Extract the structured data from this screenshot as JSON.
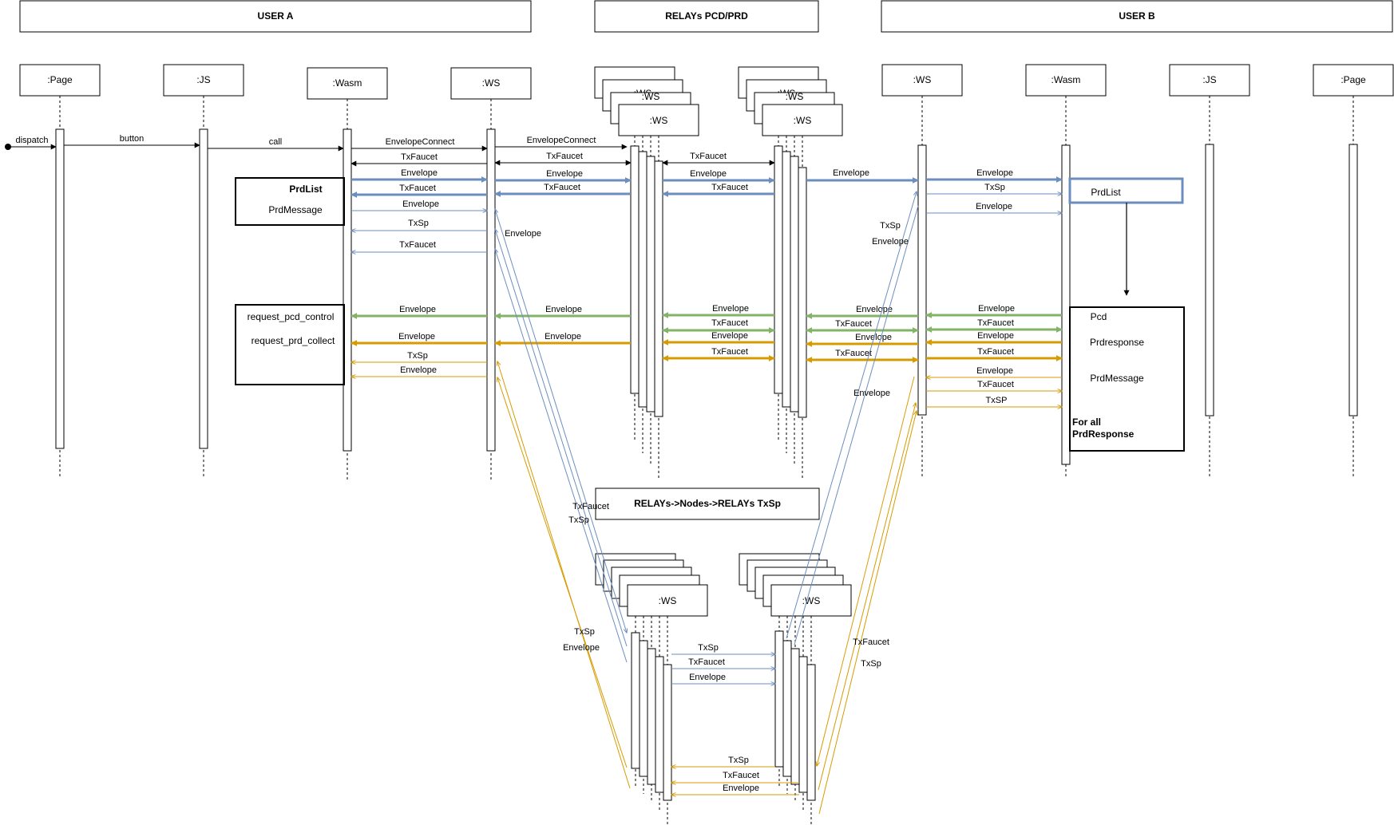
{
  "headers": {
    "user_a": "USER A",
    "relays": "RELAYs PCD/PRD",
    "user_b": "USER B",
    "relay_nodes": "RELAYs->Nodes->RELAYs TxSp"
  },
  "participants": {
    "page": ":Page",
    "js": ":JS",
    "wasm": ":Wasm",
    "ws": ":WS"
  },
  "partial_label": ":WS",
  "labels": {
    "dispatch": "dispatch",
    "button": "button",
    "call": "call",
    "envelope_connect": "EnvelopeConnect",
    "tx_faucet": "TxFaucet",
    "envelope": "Envelope",
    "tx_sp": "TxSp",
    "tx_sp_caps": "TxSP"
  },
  "notes": {
    "prd_list": "PrdList",
    "prd_message": "PrdMessage",
    "request_pcd_control": "request_pcd_control",
    "request_prd_collect": "request_prd_collect",
    "pcd": "Pcd",
    "prd_response": "Prdresponse",
    "for_all_1": "For all",
    "for_all_2": "PrdResponse"
  },
  "colors": {
    "black": "#000000",
    "blue": "#6c8ebf",
    "green": "#82b366",
    "orange": "#d79b00",
    "thin_blue": "#6c8ebf",
    "thin_orange": "#d79b00"
  }
}
